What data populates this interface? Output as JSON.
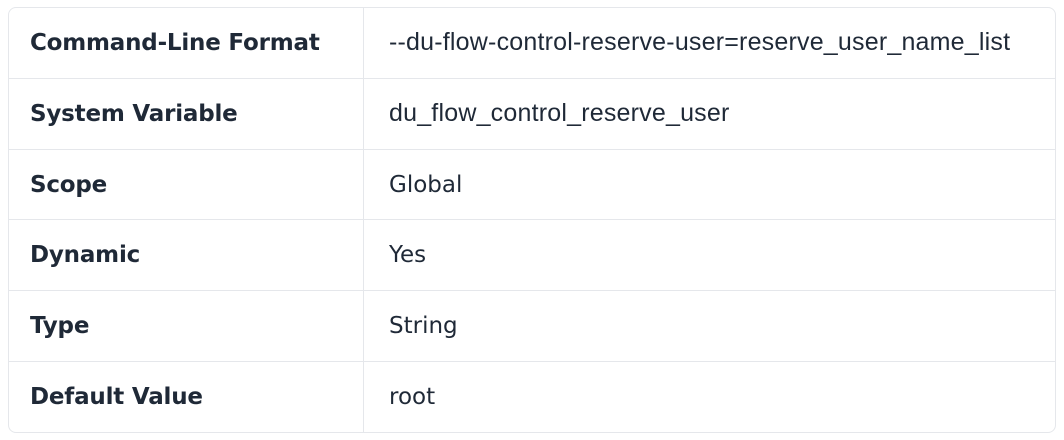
{
  "table": {
    "rows": [
      {
        "label": "Command-Line Format",
        "value": "--du-flow-control-reserve-user=reserve_user_name_list",
        "style": "code"
      },
      {
        "label": "System Variable",
        "value": "du_flow_control_reserve_user",
        "style": "code"
      },
      {
        "label": "Scope",
        "value": "Global",
        "style": "plain"
      },
      {
        "label": "Dynamic",
        "value": "Yes",
        "style": "plain"
      },
      {
        "label": "Type",
        "value": "String",
        "style": "plain"
      },
      {
        "label": "Default Value",
        "value": "root",
        "style": "plain"
      }
    ]
  },
  "colors": {
    "border": "#e5e7eb",
    "text": "#1f2937",
    "background": "#ffffff"
  }
}
